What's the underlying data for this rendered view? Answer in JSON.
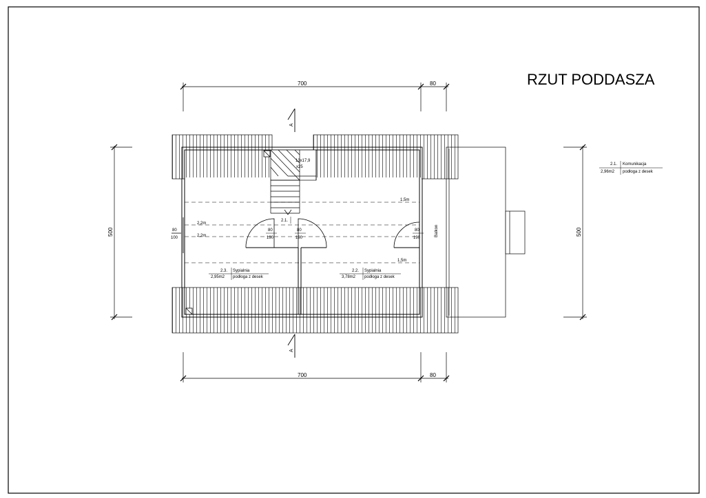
{
  "title": "RZUT PODDASZA",
  "dimensions": {
    "top_main": "700",
    "top_balcony": "80",
    "bottom_main": "700",
    "bottom_balcony": "80",
    "left_depth": "500",
    "right_depth": "500"
  },
  "section_marker": "A",
  "stair": {
    "size": "13x17,9",
    "tread": "x25"
  },
  "heights": {
    "left_upper": "2,2m",
    "left_lower": "2,2m",
    "right_upper": "1,5m",
    "right_lower": "1,5m"
  },
  "window_left": {
    "width": "80",
    "height": "100"
  },
  "doors": {
    "left": {
      "width": "80",
      "height": "190"
    },
    "right": {
      "width": "80",
      "height": "190"
    },
    "east": {
      "width": "80",
      "height": "190"
    }
  },
  "hall_number": "2.1.",
  "balcony_label": "Balkon",
  "rooms": [
    {
      "number": "2.3.",
      "name": "Sypialnia",
      "area": "2,95m2",
      "floor": "podłoga z desek"
    },
    {
      "number": "2.2.",
      "name": "Sypialnia",
      "area": "3,78m2",
      "floor": "podłoga z desek"
    }
  ],
  "legend": {
    "number": "2.1.",
    "name": "Komunikacja",
    "area": "2,96m2",
    "floor": "podłoga z desek"
  }
}
